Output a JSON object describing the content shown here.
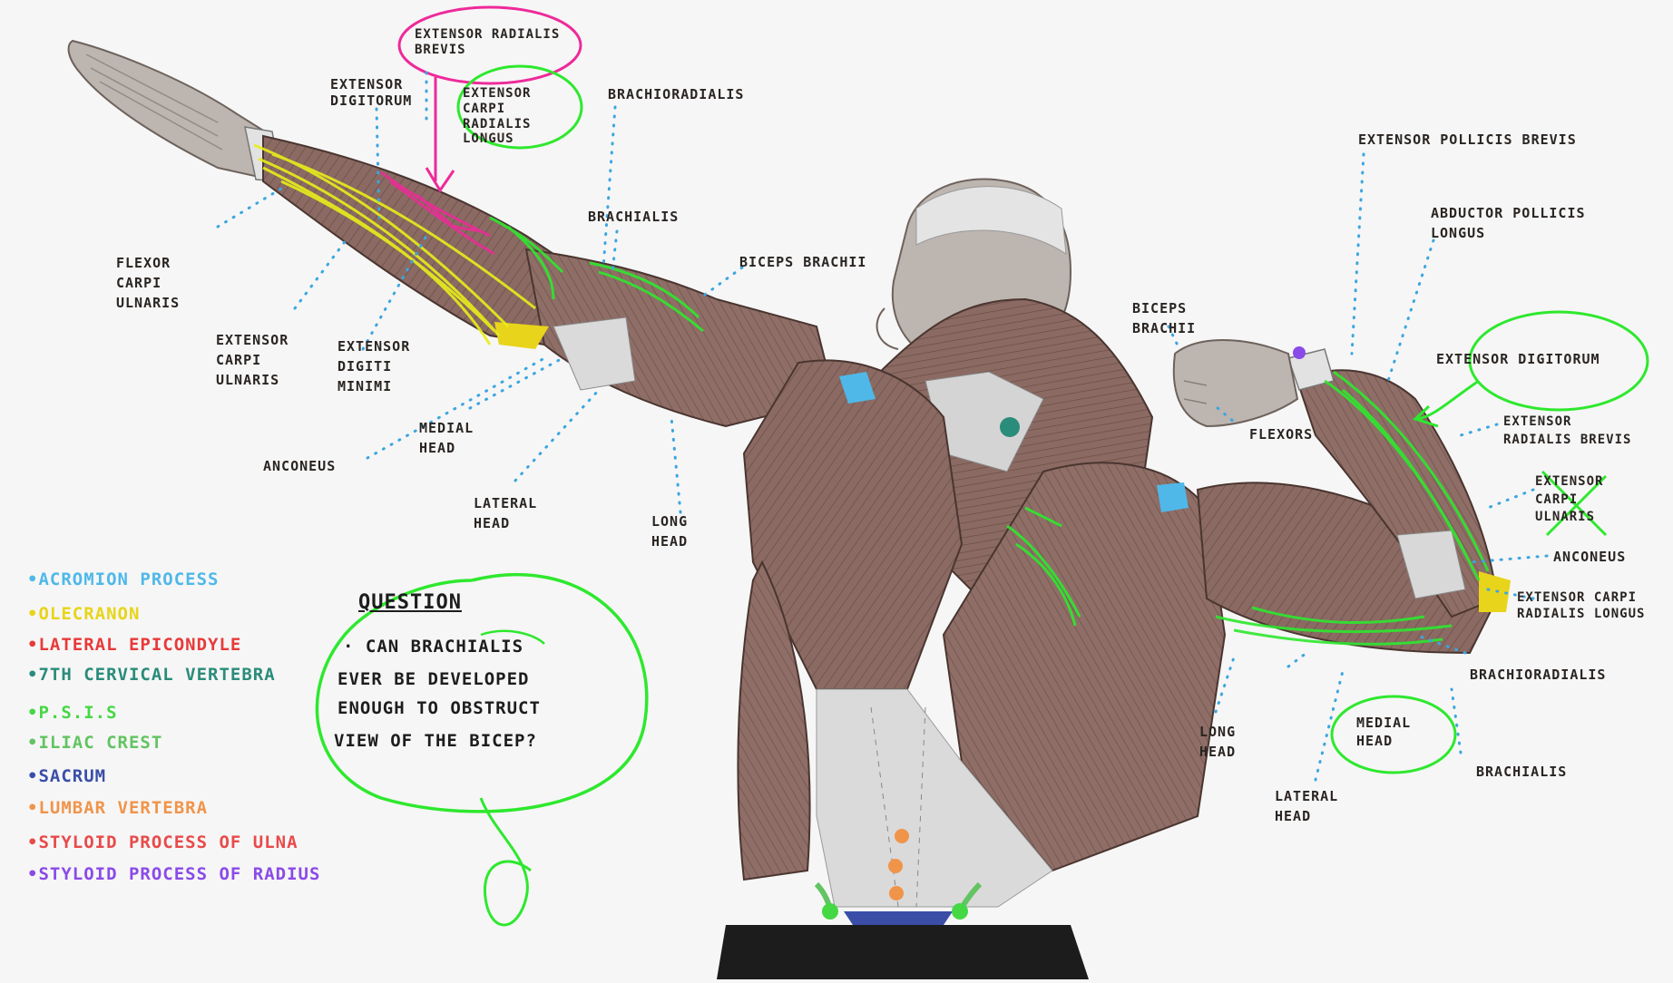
{
  "left_figure_labels": {
    "extensor_carpi_radialis_brevis": "Extensor radialis brevis",
    "extensor_digitorum": "Extensor digitorum",
    "extensor_carpi_radialis_longus": "Extensor carpi radialis longus",
    "brachioradialis": "Brachioradialis",
    "brachialis": "Brachialis",
    "biceps_brachii": "Biceps brachii",
    "flexor_carpi_ulnaris": "Flexor carpi ulnaris",
    "extensor_carpi_ulnaris": "Extensor carpi ulnaris",
    "extensor_digiti_minimi": "Extensor digiti minimi",
    "medial_head": "Medial head",
    "anconeus": "Anconeus",
    "lateral_head": "Lateral head",
    "long_head": "Long head"
  },
  "right_figure_labels": {
    "extensor_pollicis_brevis": "Extensor pollicis brevis",
    "abductor_pollicis_longus": "Abductor pollicis longus",
    "biceps_brachii": "Biceps brachii",
    "extensor_digitorum": "Extensor digitorum",
    "extensor_radialis_brevis": "Extensor radialis brevis",
    "flexors": "Flexors",
    "extensor_carpi_ulnaris": "Extensor carpi ulnaris",
    "anconeus": "Anconeus",
    "extensor_carpi_radialis_longus": "Extensor carpi radialis longus",
    "brachioradialis": "Brachioradialis",
    "long_head": "Long head",
    "medial_head": "Medial head",
    "brachialis": "Brachialis",
    "lateral_head": "Lateral head"
  },
  "legend": [
    {
      "label": "Acromion process",
      "color": "#4fb8e8"
    },
    {
      "label": "Olecranon",
      "color": "#e8d41a"
    },
    {
      "label": "Lateral epicondyle",
      "color": "#e83a3a"
    },
    {
      "label": "7th cervical vertebra",
      "color": "#2a8c7a"
    },
    {
      "label": "P.S.I.S",
      "color": "#45d845"
    },
    {
      "label": "Iliac crest",
      "color": "#62c462"
    },
    {
      "label": "Sacrum",
      "color": "#3a4ea8"
    },
    {
      "label": "Lumbar vertebra",
      "color": "#f0944a"
    },
    {
      "label": "Styloid process of ulna",
      "color": "#e84a4a"
    },
    {
      "label": "Styloid process of radius",
      "color": "#8a4ae8"
    }
  ],
  "question": {
    "title": "Question",
    "lines": [
      "· Can brachialis",
      "ever be developed",
      "enough to obstruct",
      "view of the bicep?"
    ]
  },
  "colors": {
    "muscle": "#8a6a62",
    "muscle_dark": "#5a3e38",
    "tendon": "#d8d8d8",
    "skin": "#bdb5b0",
    "annotation_green": "#2ee82e",
    "annotation_pink": "#ee2a9a",
    "annotation_yellow": "#e8ee1a",
    "dots": "#3aa6e0"
  }
}
